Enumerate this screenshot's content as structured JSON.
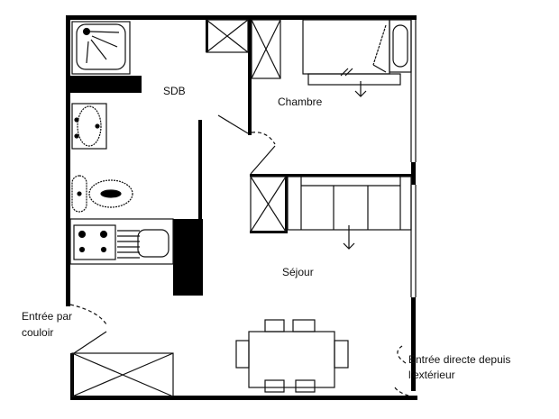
{
  "rooms": {
    "bathroom": "SDB",
    "bedroom": "Chambre",
    "living": "Séjour"
  },
  "entrances": {
    "corridor_line1": "Entrée par",
    "corridor_line2": "couloir",
    "outside_line1": "Entrée directe depuis",
    "outside_line2": "l'extérieur"
  },
  "colors": {
    "wall": "#000000",
    "line": "#111111",
    "background": "#ffffff"
  }
}
